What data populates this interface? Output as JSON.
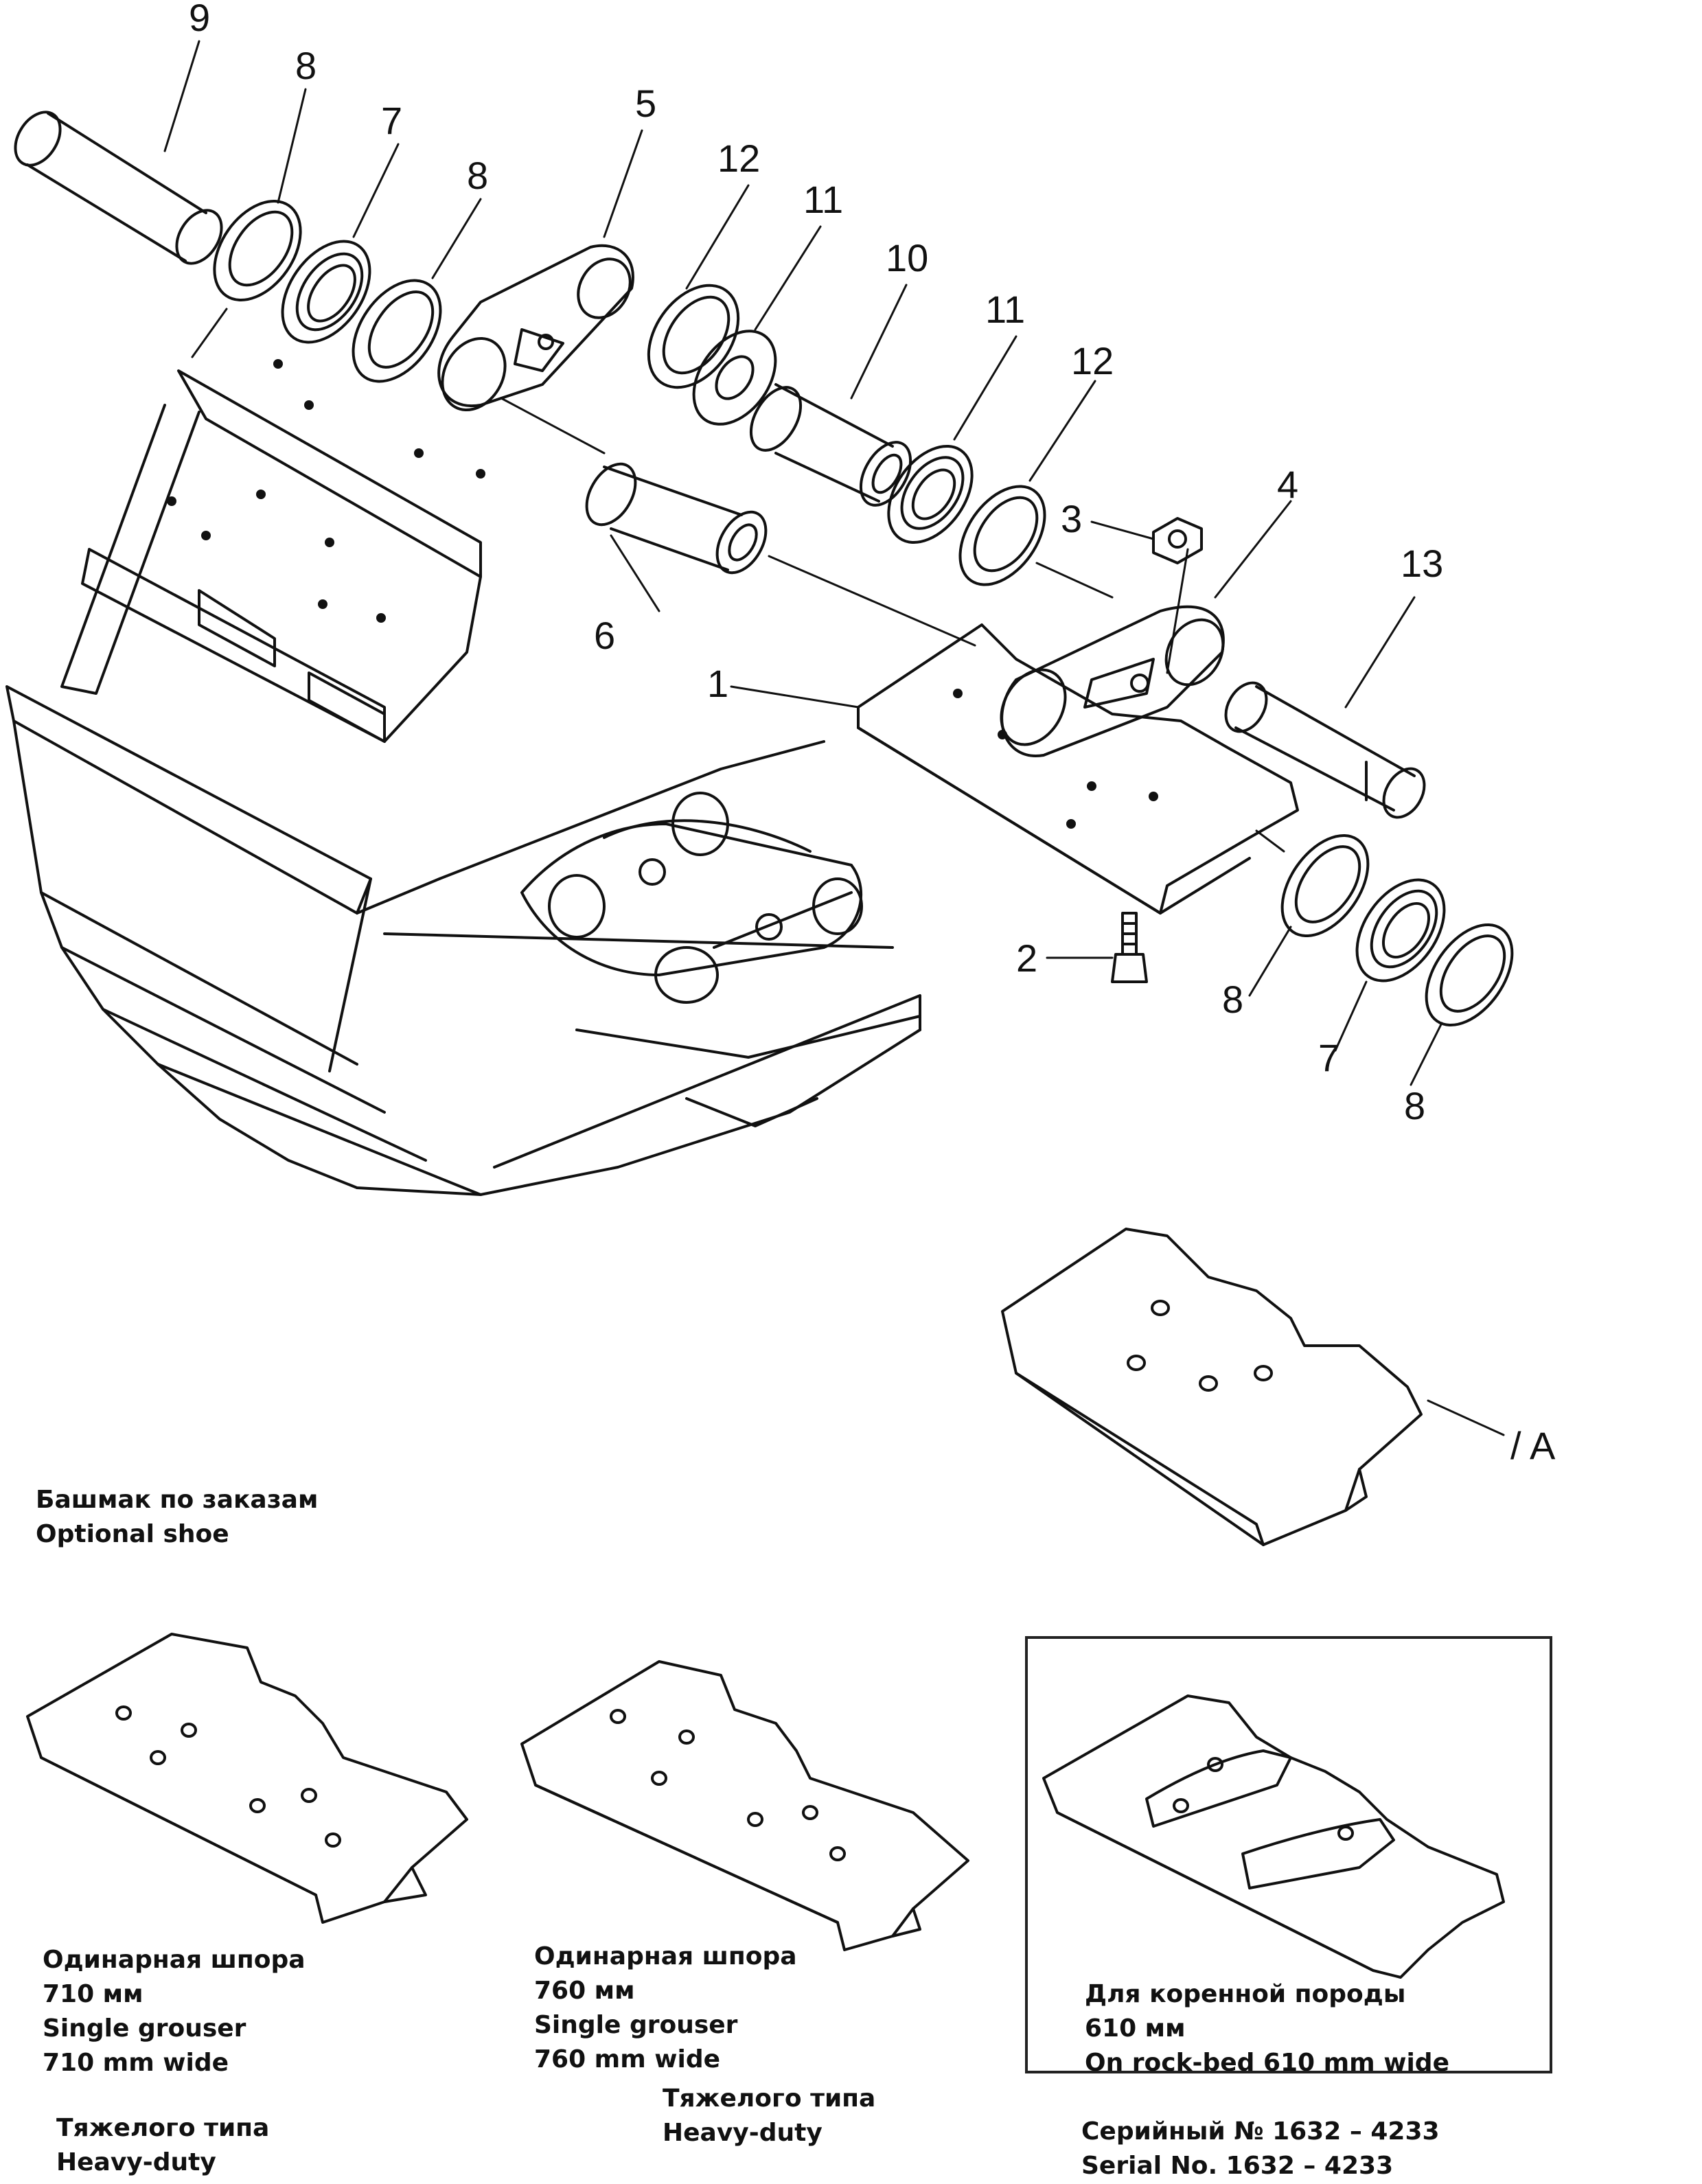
{
  "callouts": {
    "c9": "9",
    "c8a": "8",
    "c7a": "7",
    "c8b": "8",
    "c5": "5",
    "c12a": "12",
    "c11a": "11",
    "c10": "10",
    "c11b": "11",
    "c12b": "12",
    "c3": "3",
    "c4": "4",
    "c13": "13",
    "c6": "6",
    "c1": "1",
    "c2": "2",
    "c8c": "8",
    "c7b": "7",
    "c8d": "8",
    "c1a": "/ A"
  },
  "captions": {
    "optional": {
      "ru": "Башмак по заказам",
      "en": "Optional shoe"
    },
    "shoe710": {
      "ru": "Одинарная шпора",
      "ru_size": "710 мм",
      "en": "Single grouser",
      "en_size": "710 mm wide"
    },
    "shoe760": {
      "ru": "Одинарная шпора",
      "ru_size": "760 мм",
      "en": "Single grouser",
      "en_size": "760 mm wide"
    },
    "rock": {
      "ru": "Для коренной породы",
      "ru_size": "610 мм",
      "en": "On rock-bed 610 mm wide"
    },
    "heavy1": {
      "ru": "Тяжелого типа",
      "en": "Heavy-duty"
    },
    "heavy2": {
      "ru": "Тяжелого типа",
      "en": "Heavy-duty"
    },
    "serial": {
      "ru": "Серийный № 1632 – 4233",
      "en": "Serial No. 1632 – 4233"
    }
  }
}
